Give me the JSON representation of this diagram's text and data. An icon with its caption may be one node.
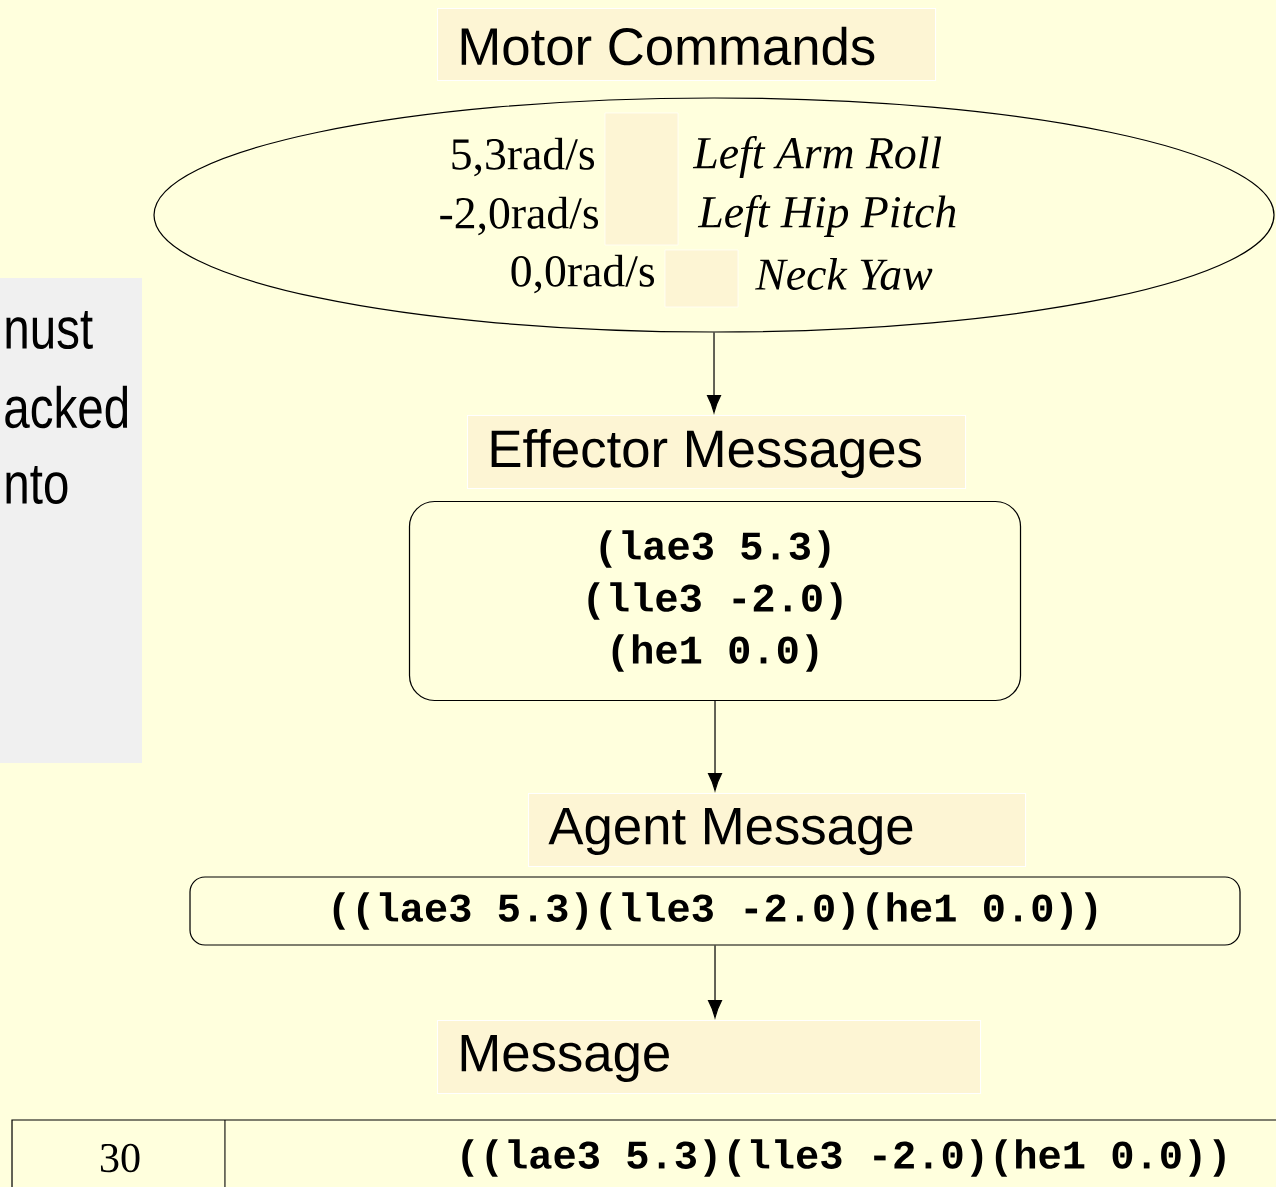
{
  "diagram": {
    "nodes": [
      {
        "text": [
          "Motor Commands",
          "5,3rad/s",
          "Left Arm Roll",
          "-2,0rad/s",
          "Left Hip Pitch",
          "0,0rad/s",
          "Neck Yaw"
        ]
      },
      {
        "text": [
          "Effector Messages",
          "(lae3 5.3)",
          "(lle3 -2.0)",
          "(he1 0.0)"
        ]
      },
      {
        "text": [
          "Agent Message",
          "((lae3 5.3)(lle3 -2.0)(he1 0.0))"
        ]
      },
      {
        "text": [
          "Message"
        ]
      }
    ],
    "edges": [
      {
        "from": 0,
        "to": 1,
        "arrow": "to"
      },
      {
        "from": 1,
        "to": 2,
        "arrow": "to"
      },
      {
        "from": 2,
        "to": 3,
        "arrow": "to"
      }
    ],
    "labels": [
      "nust",
      "acked",
      "nto",
      "30",
      "((lae3 5.3)(lle3 -2.0)(he1 0.0))"
    ]
  }
}
